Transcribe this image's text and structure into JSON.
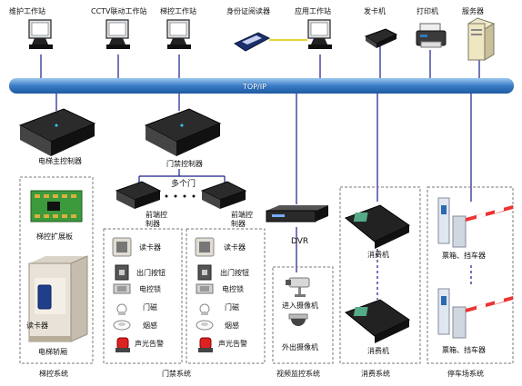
{
  "top_labels": {
    "maint": "维护工作站",
    "cctv": "CCTV联动工作站",
    "elevator_ws": "梯控工作站",
    "id_reader": "身份证阅读器",
    "app_ws": "应用工作站",
    "card_issuer": "发卡机",
    "printer": "打印机",
    "server": "服务器"
  },
  "bus": {
    "label": "TOP/IP"
  },
  "elevator": {
    "main_controller": "电梯主控制器",
    "expansion_board": "梯控扩展板",
    "reader": "读卡器",
    "car": "电梯轿厢",
    "system": "梯控系统"
  },
  "access": {
    "controller": "门禁控制器",
    "multi_door": "多个门",
    "front_controller": "前端控制器",
    "devices": [
      "读卡器",
      "出门按钮",
      "电控锁",
      "门磁",
      "烟感",
      "声光告警"
    ],
    "system": "门禁系统"
  },
  "video": {
    "dvr": "DVR",
    "cam1": "进入摄像机",
    "cam2": "外出摄像机",
    "system": "视频监控系统"
  },
  "consume": {
    "machine": "消费机",
    "system": "消费系统"
  },
  "parking": {
    "device": "票箱、挡车器",
    "system": "停车场系统"
  },
  "colors": {
    "bus": "#3a7cc6",
    "link": "#1a1a8c",
    "id_link": "#e9d233"
  }
}
